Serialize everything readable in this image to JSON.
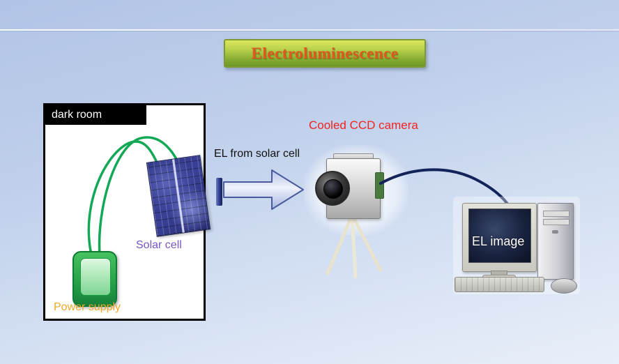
{
  "title": {
    "text": "Electroluminescence"
  },
  "dark_room": {
    "label": "dark room"
  },
  "solar_cell": {
    "label": "Solar cell"
  },
  "power_supply": {
    "label": "Power supply"
  },
  "arrow": {
    "label": "EL from solar cell"
  },
  "camera": {
    "label": "Cooled CCD camera"
  },
  "computer": {
    "screen_label": "EL image"
  },
  "colors": {
    "title_text": "#e2571e",
    "camera_label": "#ee2420",
    "solar_label": "#7a55c0",
    "power_label": "#f0a828",
    "wire_green": "#12a855",
    "cable_navy": "#14235a",
    "arrow_fill_light": "#eef2fc",
    "arrow_fill_dark": "#b6c2e8",
    "arrow_stroke": "#4a5a9a"
  }
}
